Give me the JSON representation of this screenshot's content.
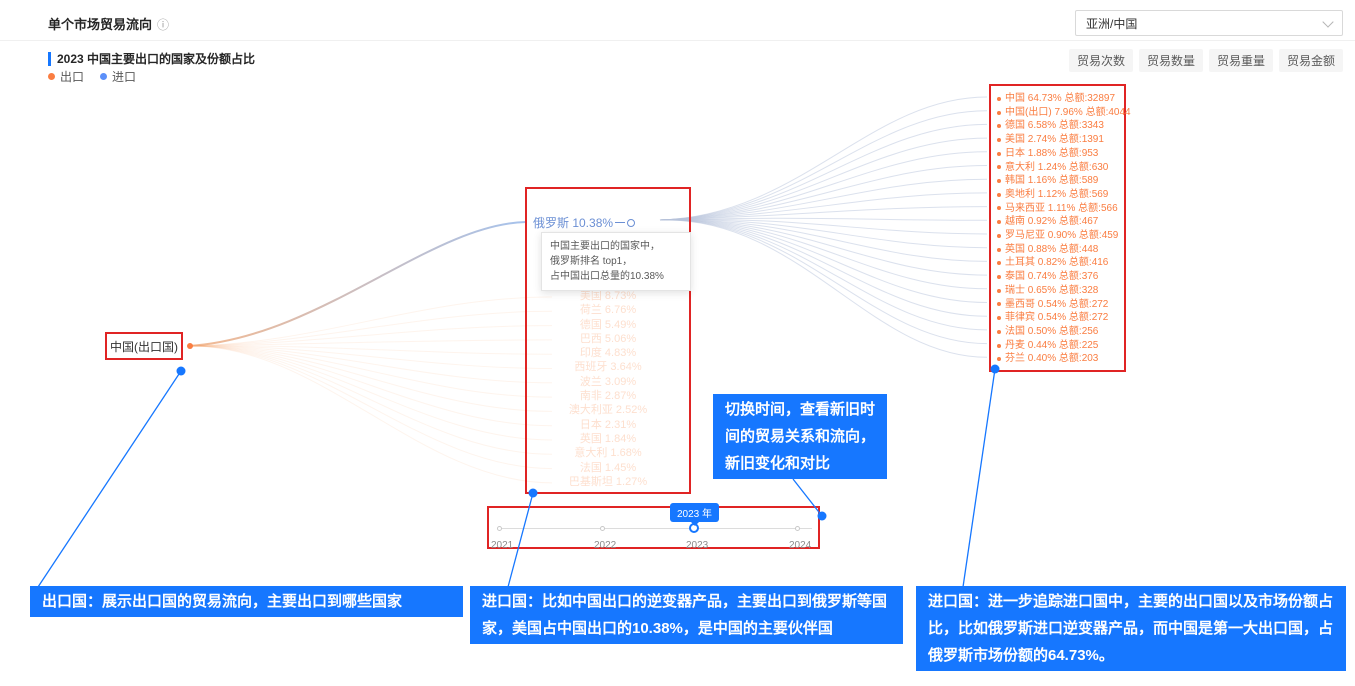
{
  "header": {
    "title": "单个市场贸易流向",
    "region_selector": "亚洲/中国"
  },
  "section": {
    "title": "2023 中国主要出口的国家及份额占比",
    "tabs": [
      "贸易次数",
      "贸易数量",
      "贸易重量",
      "贸易金额"
    ]
  },
  "legend": {
    "export_label": "出口",
    "import_label": "进口"
  },
  "colors": {
    "export_orange": "#fa7d41",
    "import_blue": "#5b8ff9",
    "highlight_box_red": "#e02424",
    "annotation_blue": "#1677ff"
  },
  "flow": {
    "source_node": "中国(出口国)",
    "selected_importer": {
      "label": "俄罗斯 10.38%"
    },
    "tooltip": {
      "lines": [
        "中国主要出口的国家中，",
        "俄罗斯排名 top1，",
        "占中国出口总量的10.38%"
      ]
    },
    "faded_importers": [
      "美国 8.73%",
      "荷兰 6.76%",
      "德国 5.49%",
      "巴西 5.06%",
      "印度 4.83%",
      "西班牙 3.64%",
      "波兰 3.09%",
      "南非 2.87%",
      "澳大利亚 2.52%",
      "日本 2.31%",
      "英国 1.84%",
      "意大利 1.68%",
      "法国 1.45%",
      "巴基斯坦 1.27%"
    ],
    "partners": [
      {
        "name": "中国",
        "share": "64.73%",
        "total": "总额:32897"
      },
      {
        "name": "中国(出口)",
        "share": "7.96%",
        "total": "总额:4044"
      },
      {
        "name": "德国",
        "share": "6.58%",
        "total": "总额:3343"
      },
      {
        "name": "美国",
        "share": "2.74%",
        "total": "总额:1391"
      },
      {
        "name": "日本",
        "share": "1.88%",
        "total": "总额:953"
      },
      {
        "name": "意大利",
        "share": "1.24%",
        "total": "总额:630"
      },
      {
        "name": "韩国",
        "share": "1.16%",
        "total": "总额:589"
      },
      {
        "name": "奥地利",
        "share": "1.12%",
        "total": "总额:569"
      },
      {
        "name": "马来西亚",
        "share": "1.11%",
        "total": "总额:566"
      },
      {
        "name": "越南",
        "share": "0.92%",
        "total": "总额:467"
      },
      {
        "name": "罗马尼亚",
        "share": "0.90%",
        "total": "总额:459"
      },
      {
        "name": "英国",
        "share": "0.88%",
        "total": "总额:448"
      },
      {
        "name": "土耳其",
        "share": "0.82%",
        "total": "总额:416"
      },
      {
        "name": "泰国",
        "share": "0.74%",
        "total": "总额:376"
      },
      {
        "name": "瑞士",
        "share": "0.65%",
        "total": "总额:328"
      },
      {
        "name": "墨西哥",
        "share": "0.54%",
        "total": "总额:272"
      },
      {
        "name": "菲律宾",
        "share": "0.54%",
        "total": "总额:272"
      },
      {
        "name": "法国",
        "share": "0.50%",
        "total": "总额:256"
      },
      {
        "name": "丹麦",
        "share": "0.44%",
        "total": "总额:225"
      },
      {
        "name": "芬兰",
        "share": "0.40%",
        "total": "总额:203"
      }
    ]
  },
  "slider": {
    "years": [
      "2021",
      "2022",
      "2023",
      "2024"
    ],
    "selected": "2023 年"
  },
  "annotations": [
    {
      "text": "出口国：展示出口国的贸易流向，主要出口到哪些国家"
    },
    {
      "text": "进口国：比如中国出口的逆变器产品，主要出口到俄罗斯等国家，美国占中国出口的10.38%，是中国的主要伙伴国"
    },
    {
      "text": "切换时间，查看新旧时间的贸易关系和流向，新旧变化和对比"
    },
    {
      "text": "进口国：进一步追踪进口国中，主要的出口国以及市场份额占比，比如俄罗斯进口逆变器产品，而中国是第一大出口国，占俄罗斯市场份额的64.73%。"
    }
  ]
}
